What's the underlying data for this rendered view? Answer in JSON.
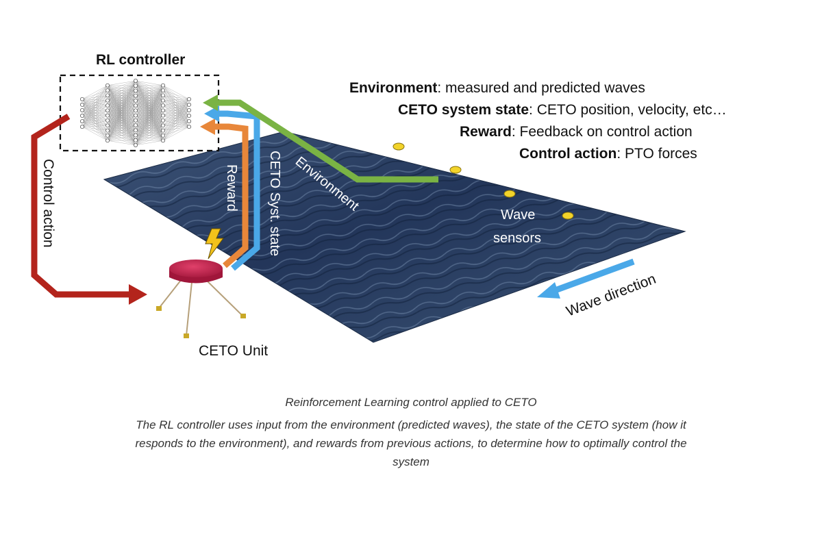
{
  "controller": {
    "title": "RL controller"
  },
  "legend": [
    {
      "term": "Environment",
      "desc": ": measured and predicted waves"
    },
    {
      "term": "CETO system state",
      "desc": ": CETO position, velocity, etc…"
    },
    {
      "term": "Reward",
      "desc": ": Feedback on control action"
    },
    {
      "term": "Control action",
      "desc": ": PTO forces"
    }
  ],
  "labels": {
    "control_action": "Control action",
    "reward": "Reward",
    "ceto_state": "CETO Syst. state",
    "environment": "Environment",
    "wave_sensors_1": "Wave",
    "wave_sensors_2": "sensors",
    "wave_direction": "Wave direction",
    "ceto_unit": "CETO Unit"
  },
  "caption": {
    "title": "Reinforcement Learning control applied to CETO",
    "line1": "The RL controller uses input from the environment (predicted waves), the state of the CETO system (how it",
    "line2": "responds to the environment), and rewards from previous actions, to determine how to optimally control the",
    "line3": "system"
  },
  "colors": {
    "control_action": "#b3241c",
    "reward": "#e8873a",
    "ceto_state": "#4aa8e8",
    "environment": "#7ab344",
    "sea_dark": "#1c2d4a",
    "sea_light": "#4f6a8e",
    "buoy_body": "#c8234a",
    "sensor": "#f2d32a"
  },
  "icons": [
    "neural-network-icon",
    "lightning-bolt-icon",
    "ceto-buoy-icon",
    "wave-sensor-icon",
    "arrow-icon"
  ]
}
